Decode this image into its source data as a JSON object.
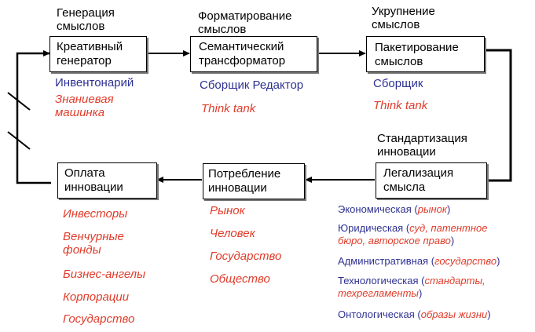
{
  "colors": {
    "blue": "#2e3192",
    "red": "#e03c2a",
    "line": "#000000"
  },
  "stage_labels": {
    "generation": "Генерация\nсмыслов",
    "formatting": "Форматирование\nсмыслов",
    "enlarging": "Укрупнение\nсмыслов",
    "standardization": "Стандартизация\nинновации"
  },
  "boxes": {
    "creative_generator": "Креативный\nгенератор",
    "semantic_transformer": "Семантический\nтрансформатор",
    "packaging": "Пакетирование\nсмыслов",
    "legalization": "Легализация\nсмысла",
    "consumption": "Потребление\nинновации",
    "payment": "Оплата\nинновации"
  },
  "generation_roles": {
    "inventonary": "Инвентонарий",
    "knowledge_machine": "Знаниевая\nмашинка"
  },
  "formatting_roles": {
    "assembler_editor": "Сборщик Редактор",
    "think_tank": "Think tank"
  },
  "packaging_roles": {
    "assembler": "Сборщик",
    "think_tank": "Think tank"
  },
  "legalization_types": [
    {
      "name": "Экономическая",
      "open": " (",
      "detail": "рынок",
      "close": ")"
    },
    {
      "name": "Юридическая",
      "open": " (",
      "detail": "суд, патентное\nбюро, авторское право",
      "close": ")"
    },
    {
      "name": "Административная",
      "open": " (",
      "detail": "государство",
      "close": ")"
    },
    {
      "name": "Технологическая",
      "open": " (",
      "detail": "стандарты,\nтехрегламенты",
      "close": ")"
    },
    {
      "name": "Онтологическая",
      "open": " (",
      "detail": "образы жизни",
      "close": ")"
    }
  ],
  "consumption_items": [
    "Рынок",
    "Человек",
    "Государство",
    "Общество"
  ],
  "payment_items": [
    "Инвесторы",
    "Венчурные\nфонды",
    "Бизнес-ангелы",
    "Корпорации",
    "Государство"
  ]
}
